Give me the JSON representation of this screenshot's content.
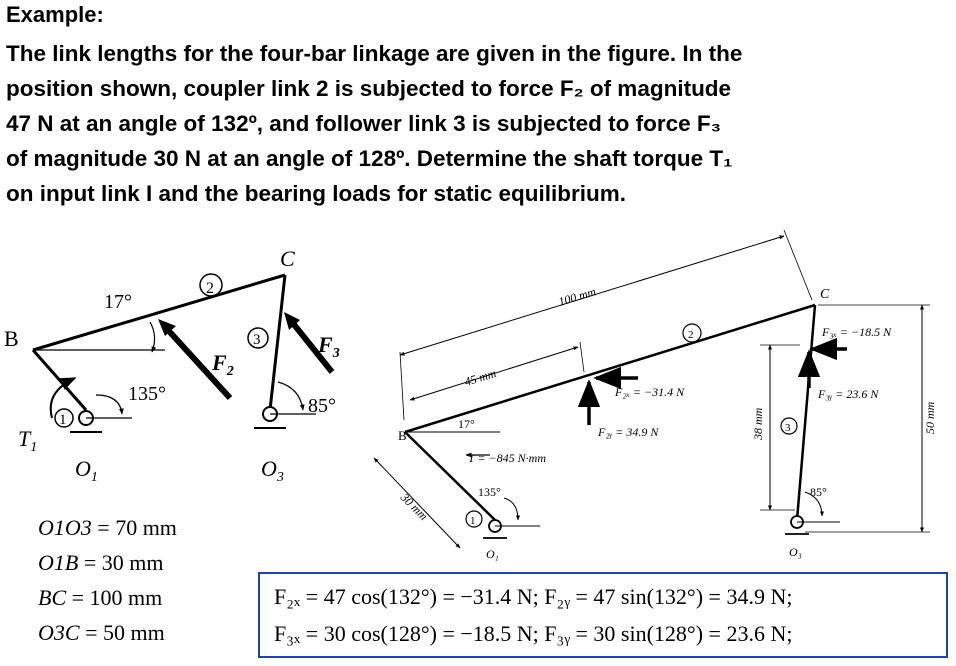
{
  "header": {
    "label": "Example:",
    "problem_lines": [
      "The link lengths for the four-bar linkage are given in the figure. In the",
      "position shown, coupler link 2 is subjected to force F₂ of magnitude",
      "47 N at an angle of 132º, and follower link 3 is subjected to force F₃",
      "of magnitude 30 N at an angle of 128º. Determine the shaft torque T₁",
      "on input link I and the bearing loads for static equilibrium."
    ]
  },
  "left_figure": {
    "angle_coupler": "17°",
    "angle_input": "135°",
    "angle_follower": "85°",
    "label_B": "B",
    "label_C": "C",
    "label_T1": "T",
    "label_T1_sub": "1",
    "label_O1": "O",
    "label_O1_sub": "1",
    "label_O3": "O",
    "label_O3_sub": "3",
    "label_F2": "F",
    "label_F2_sub": "2",
    "label_F3": "F",
    "label_F3_sub": "3",
    "link1": "1",
    "link2": "2",
    "link3": "3"
  },
  "link_lengths": [
    {
      "name": "O1O3",
      "value": "= 70 mm"
    },
    {
      "name": "O1B",
      "value": "= 30 mm"
    },
    {
      "name": "BC",
      "value": "= 100 mm"
    },
    {
      "name": "O3C",
      "value": "= 50 mm"
    }
  ],
  "right_figure": {
    "dim_100": "100 mm",
    "dim_45": "45 mm",
    "dim_30": "30 mm",
    "dim_38": "38 mm",
    "dim_50": "50 mm",
    "angle_17": "17°",
    "angle_135": "135°",
    "angle_85": "85°",
    "torque": "T = −845 N·mm",
    "f2x": "F₂ₓ = −31.4 N",
    "f2y": "F₂ᵧ = 34.9 N",
    "f3x": "F₃ₓ = −18.5 N",
    "f3y": "F₃ᵧ = 23.6 N",
    "label_B": "B",
    "label_C": "C",
    "label_O1": "O₁",
    "label_O3": "O₃",
    "link1": "1",
    "link2": "2",
    "link3": "3"
  },
  "equations": {
    "line1": "F₂ₓ = 47 cos(132°) = −31.4 N;   F₂ᵧ = 47 sin(132°) = 34.9 N;",
    "line2": "F₃ₓ = 30 cos(128°) = −18.5 N;   F₃ᵧ = 30 sin(128°) = 23.6 N;"
  },
  "colors": {
    "box_border": "#1f3fbf",
    "ink": "#000000"
  }
}
